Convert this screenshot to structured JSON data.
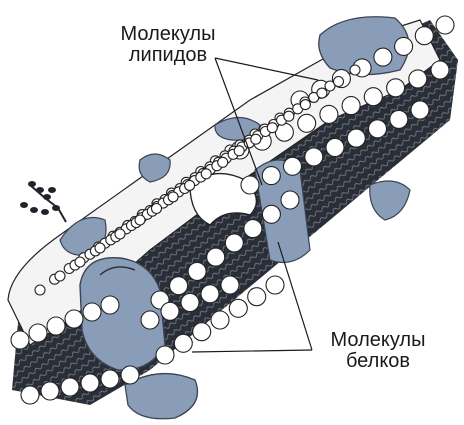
{
  "labels": {
    "lipids": {
      "line1": "Молекулы",
      "line2": "липидов"
    },
    "proteins": {
      "line1": "Молекулы",
      "line2": "белков"
    }
  },
  "colors": {
    "protein_fill": "#8a9db8",
    "protein_stroke": "#3b4452",
    "lipid_head_fill": "#ffffff",
    "lipid_head_stroke": "#222222",
    "tail_fill": "#2a2e36",
    "leader_line": "#1a1a1a"
  },
  "components": [
    "lipid-bilayer",
    "lipid-heads",
    "lipid-tails",
    "integral-protein",
    "peripheral-protein",
    "glycocalyx-chain",
    "pore-channel"
  ]
}
